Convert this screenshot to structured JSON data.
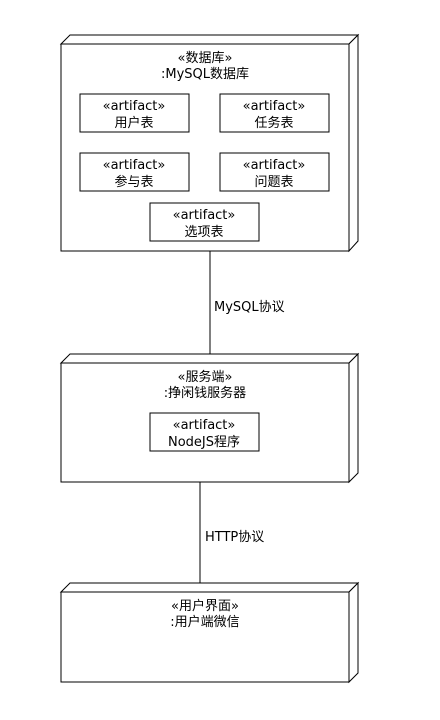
{
  "nodes": {
    "database": {
      "stereotype": "«数据库»",
      "name": ":MySQL数据库",
      "artifacts": [
        {
          "stereotype": "«artifact»",
          "name": "用户表"
        },
        {
          "stereotype": "«artifact»",
          "name": "任务表"
        },
        {
          "stereotype": "«artifact»",
          "name": "参与表"
        },
        {
          "stereotype": "«artifact»",
          "name": "问题表"
        },
        {
          "stereotype": "«artifact»",
          "name": "选项表"
        }
      ]
    },
    "server": {
      "stereotype": "«服务端»",
      "name": ":挣闲钱服务器",
      "artifact": {
        "stereotype": "«artifact»",
        "name": "NodeJS程序"
      }
    },
    "client": {
      "stereotype": "«用户界面»",
      "name": ":用户端微信"
    }
  },
  "connections": [
    {
      "label": "MySQL协议"
    },
    {
      "label": "HTTP协议"
    }
  ]
}
